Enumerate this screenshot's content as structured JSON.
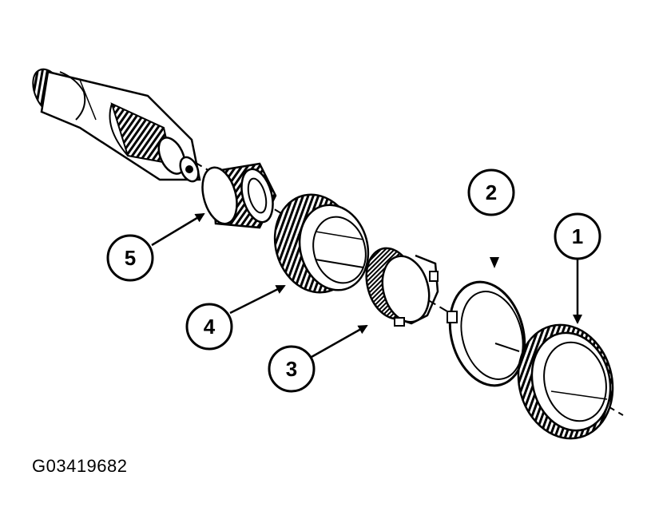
{
  "callouts": [
    {
      "id": "1",
      "label": "1"
    },
    {
      "id": "2",
      "label": "2"
    },
    {
      "id": "3",
      "label": "3"
    },
    {
      "id": "4",
      "label": "4"
    },
    {
      "id": "5",
      "label": "5"
    }
  ],
  "figure_id": "G03419682"
}
